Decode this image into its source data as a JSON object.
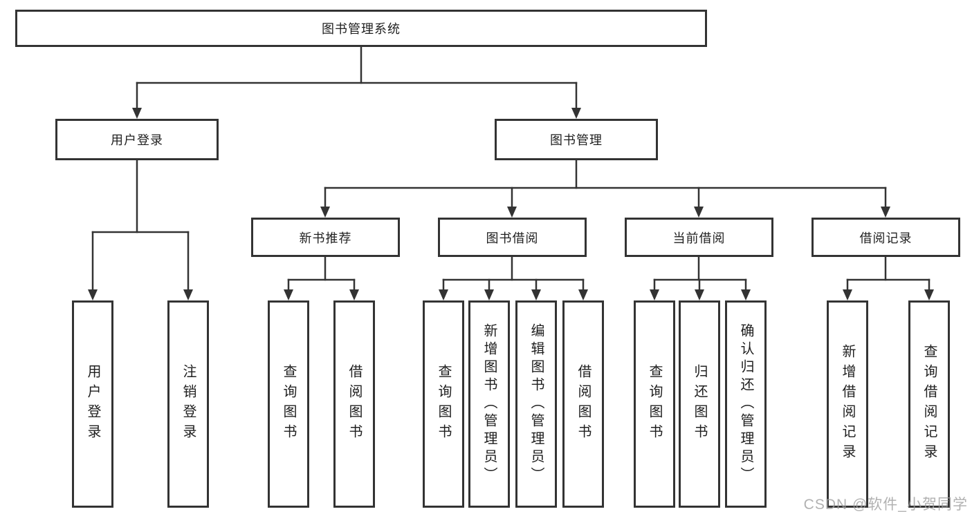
{
  "tree": {
    "label": "图书管理系统",
    "children": [
      {
        "label": "用户登录",
        "children": [
          {
            "label": "用户登录"
          },
          {
            "label": "注销登录"
          }
        ]
      },
      {
        "label": "图书管理",
        "children": [
          {
            "label": "新书推荐",
            "children": [
              {
                "label": "查询图书"
              },
              {
                "label": "借阅图书"
              }
            ]
          },
          {
            "label": "图书借阅",
            "children": [
              {
                "label": "查询图书"
              },
              {
                "label": "新增图书（管理员）"
              },
              {
                "label": "编辑图书（管理员）"
              },
              {
                "label": "借阅图书"
              }
            ]
          },
          {
            "label": "当前借阅",
            "children": [
              {
                "label": "查询图书"
              },
              {
                "label": "归还图书"
              },
              {
                "label": "确认归还（管理员）"
              }
            ]
          },
          {
            "label": "借阅记录",
            "children": [
              {
                "label": "新增借阅记录"
              },
              {
                "label": "查询借阅记录"
              }
            ]
          }
        ]
      }
    ]
  },
  "watermark": "CSDN @软件_小贺同学",
  "colors": {
    "line": "#333333",
    "box_border": "#333333",
    "box_fill": "#ffffff",
    "text": "#1f1f1f",
    "watermark": "#9e9e9e"
  }
}
